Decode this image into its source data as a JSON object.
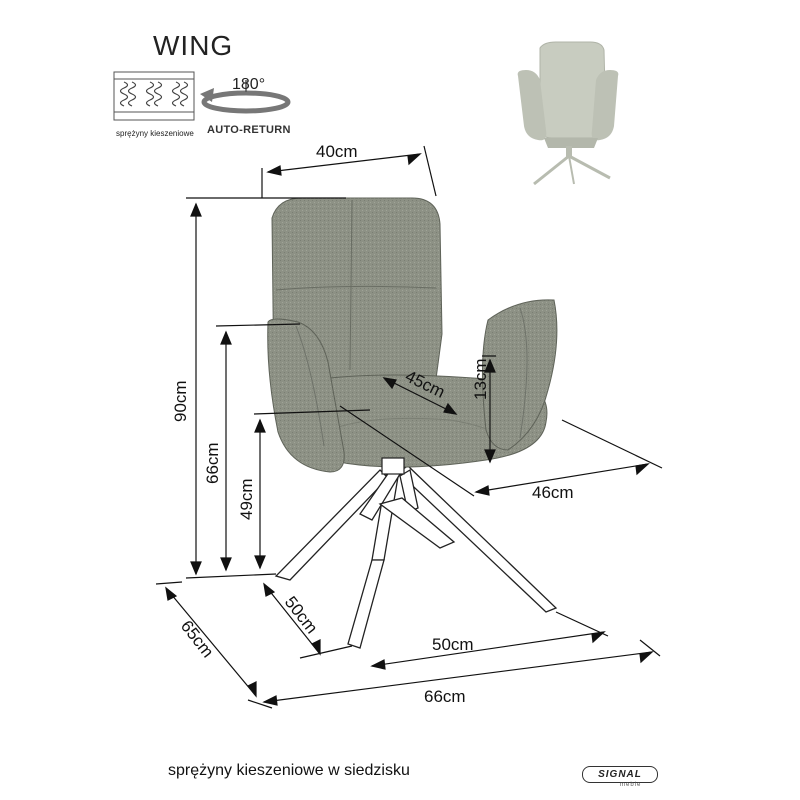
{
  "product": {
    "name": "WING",
    "springs_label": "sprężyny kieszeniowe",
    "rotation_label": "180°",
    "auto_return_label": "AUTO-RETURN"
  },
  "dimensions": {
    "back_width": "40cm",
    "total_height": "90cm",
    "armrest_height": "66cm",
    "seat_height": "49cm",
    "seat_depth": "45cm",
    "armrest_above_seat": "13cm",
    "seat_width": "46cm",
    "base_depth": "50cm",
    "base_width": "50cm",
    "total_depth": "65cm",
    "total_width": "66cm"
  },
  "footer": {
    "caption": "sprężyny kieszeniowe w siedzisku",
    "brand": "SIGNAL",
    "brand_sub": "meble"
  },
  "colors": {
    "fabric": "#8d9185",
    "fabric_dark": "#6f736a",
    "fabric_light": "#a6aa9e",
    "legs": "#ffffff",
    "thumbnail": "#c5c9bd"
  }
}
